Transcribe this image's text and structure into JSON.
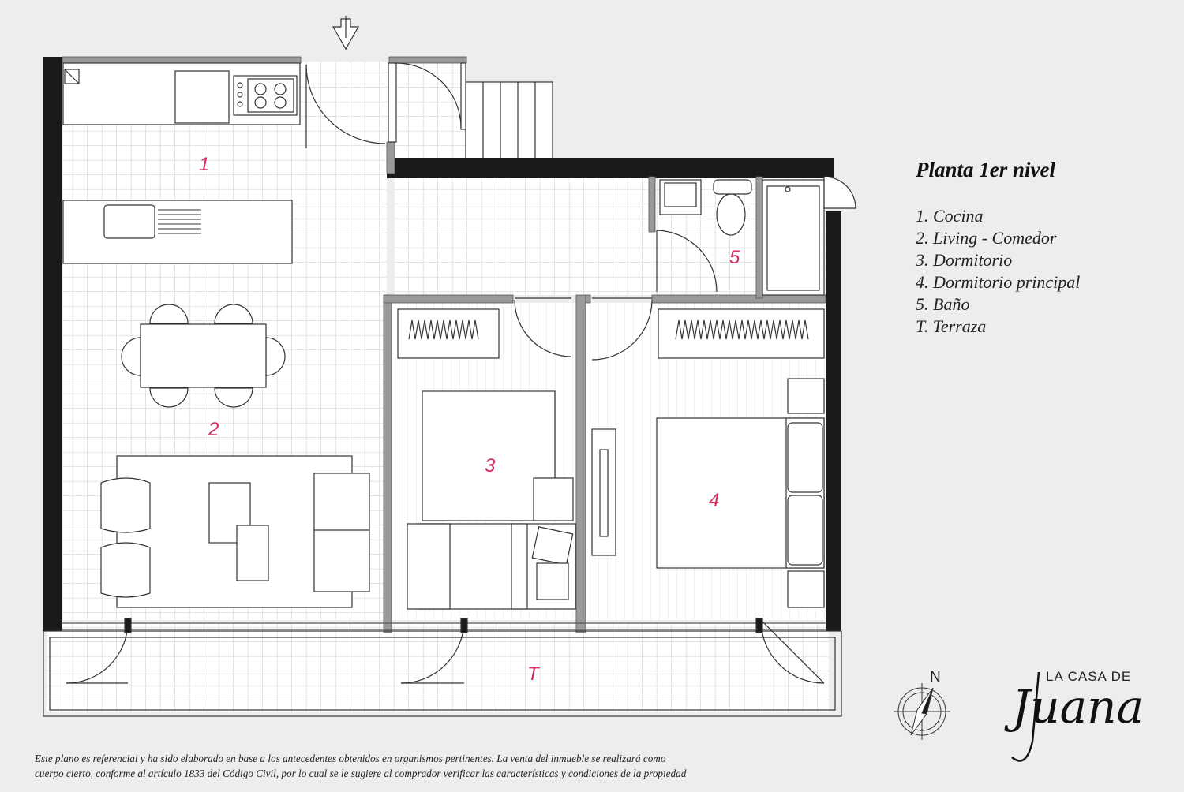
{
  "legend": {
    "title": "Planta 1er nivel",
    "items": [
      "1. Cocina",
      "2. Living - Comedor",
      "3. Dormitorio",
      "4. Dormitorio principal",
      "5. Baño",
      "T. Terraza"
    ]
  },
  "room_labels": [
    "1",
    "2",
    "3",
    "4",
    "5",
    "T"
  ],
  "compass_label": "N",
  "brand": {
    "top": "LA CASA DE",
    "signature": "Juana"
  },
  "disclaimer": {
    "line1": "Este plano es referencial y ha sido elaborado en base a los antecedentes obtenidos en organismos pertinentes.  La venta del inmueble se realizará como",
    "line2": "cuerpo cierto, conforme al artículo 1833 del Código Civil, por lo cual se le sugiere al comprador verificar las características y condiciones de la propiedad"
  },
  "colors": {
    "label": "#d62c5c",
    "wall": "#1a1a1a",
    "partition": "#9a9a9a",
    "floor": "#ffffff",
    "tile_line": "#d6d6d6",
    "background": "#ededed"
  }
}
